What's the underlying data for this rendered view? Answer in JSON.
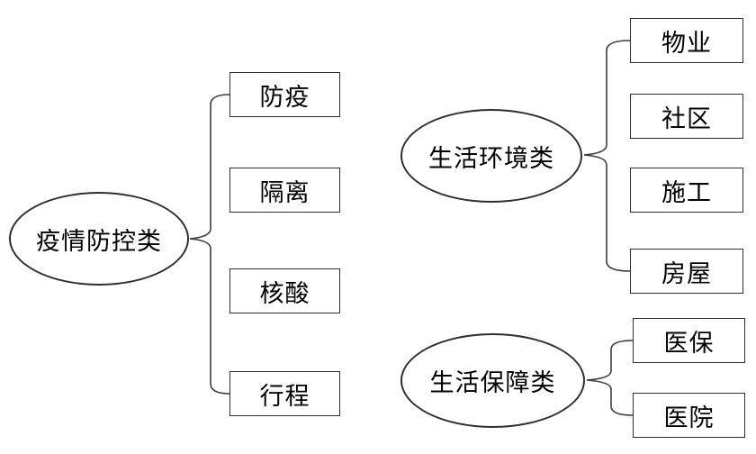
{
  "groups": [
    {
      "label": "疫情防控类",
      "items": [
        "防疫",
        "隔离",
        "核酸",
        "行程"
      ]
    },
    {
      "label": "生活环境类",
      "items": [
        "物业",
        "社区",
        "施工",
        "房屋"
      ]
    },
    {
      "label": "生活保障类",
      "items": [
        "医保",
        "医院"
      ]
    }
  ],
  "colors": {
    "background": "#ffffff",
    "shape_border": "#2f2f2f",
    "connector": "#3d3d3d",
    "text": "#000000"
  }
}
